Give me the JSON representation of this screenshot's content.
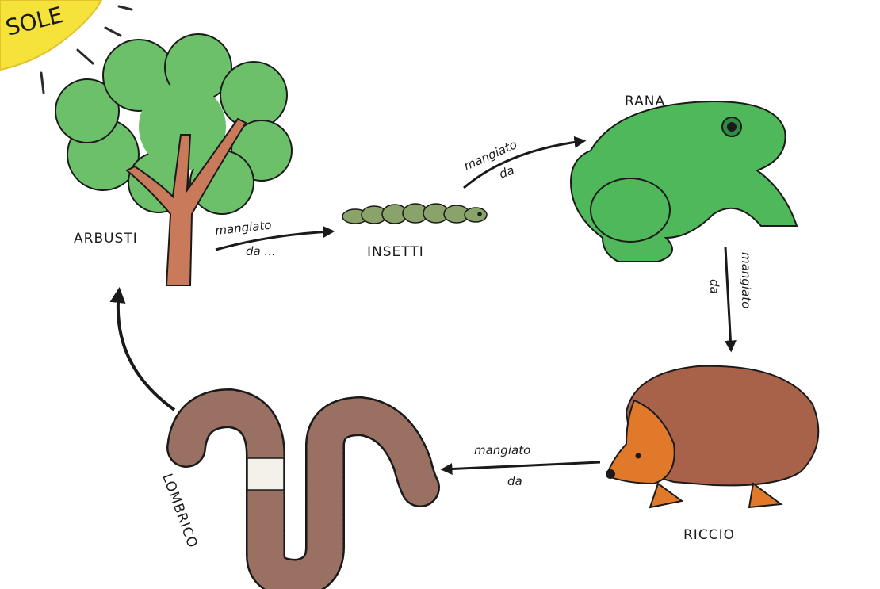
{
  "diagram": {
    "sun_label": "SOLE",
    "nodes": {
      "shrubs": "ARBUSTI",
      "insects": "INSETTI",
      "frog": "RANA",
      "hedgehog": "RICCIO",
      "earthworm": "LOMBRICO"
    },
    "arrows": {
      "shrubs_to_insects": {
        "line1": "mangiato",
        "line2": "da ..."
      },
      "insects_to_frog": {
        "line1": "mangiato",
        "line2": "da"
      },
      "frog_to_hedgehog": {
        "line1": "mangiato",
        "line2": "da"
      },
      "hedgehog_to_earthworm": {
        "line1": "mangiato",
        "line2": "da"
      }
    }
  },
  "colors": {
    "paper": "#ffffff",
    "sun": "#f5e23a",
    "foliage": "#6cc06a",
    "trunk": "#c97a5a",
    "insect": "#8aa36a",
    "frog": "#4fb85a",
    "hedgehog_body": "#a8624a",
    "hedgehog_face": "#e07a2a",
    "worm": "#9a7062",
    "ink": "#1a1a1a"
  }
}
